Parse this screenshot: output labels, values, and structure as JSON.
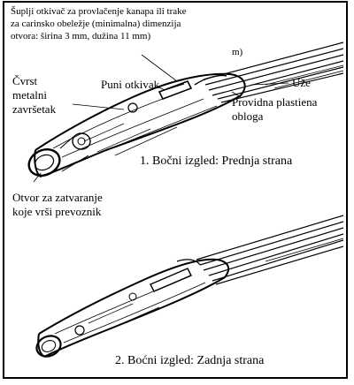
{
  "figure": {
    "note_lines": [
      "Šuplji otkivač za provlačenje kanapa ili trake",
      "za carinsko obeležje (minimalna) dimenzija",
      "otvora: širina 3 mm, dužina 11 mm)"
    ],
    "note_tail": "m)",
    "labels": {
      "cvrst_line1": "Čvrst",
      "cvrst_line2": "metalni",
      "cvrst_line3": "završetak",
      "puni": "Puni otkivak",
      "uze": "Uže",
      "obloga_line1": "Providna plastiena",
      "obloga_line2": "obloga",
      "otvor_line1": "Otvor za zatvaranje",
      "otvor_line2": "koje vrši prevoznik"
    },
    "captions": {
      "front": "1. Bočni izgled: Prednja strana",
      "back": "2. Boćni izgled: Zadnja strana"
    }
  }
}
